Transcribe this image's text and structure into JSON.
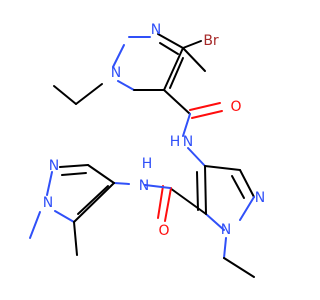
{
  "colors": {
    "carbon_bond": "#000000",
    "nitrogen": "#3050f8",
    "oxygen": "#ff0d0d",
    "bromine": "#a62929",
    "background": "#ffffff"
  },
  "atoms": {
    "br": "Br",
    "n_top_pyrazole_1": "N",
    "n_top_pyrazole_2": "N",
    "o_top_amide": "O",
    "nh_linker": "N",
    "h_linker": "H",
    "nh_left": "N",
    "h_left": "H",
    "n_left_pyrazole_1": "N",
    "n_left_pyrazole_2": "N",
    "n_right_pyrazole_1": "N",
    "n_right_pyrazole_2": "N",
    "o_bottom_amide": "O"
  }
}
